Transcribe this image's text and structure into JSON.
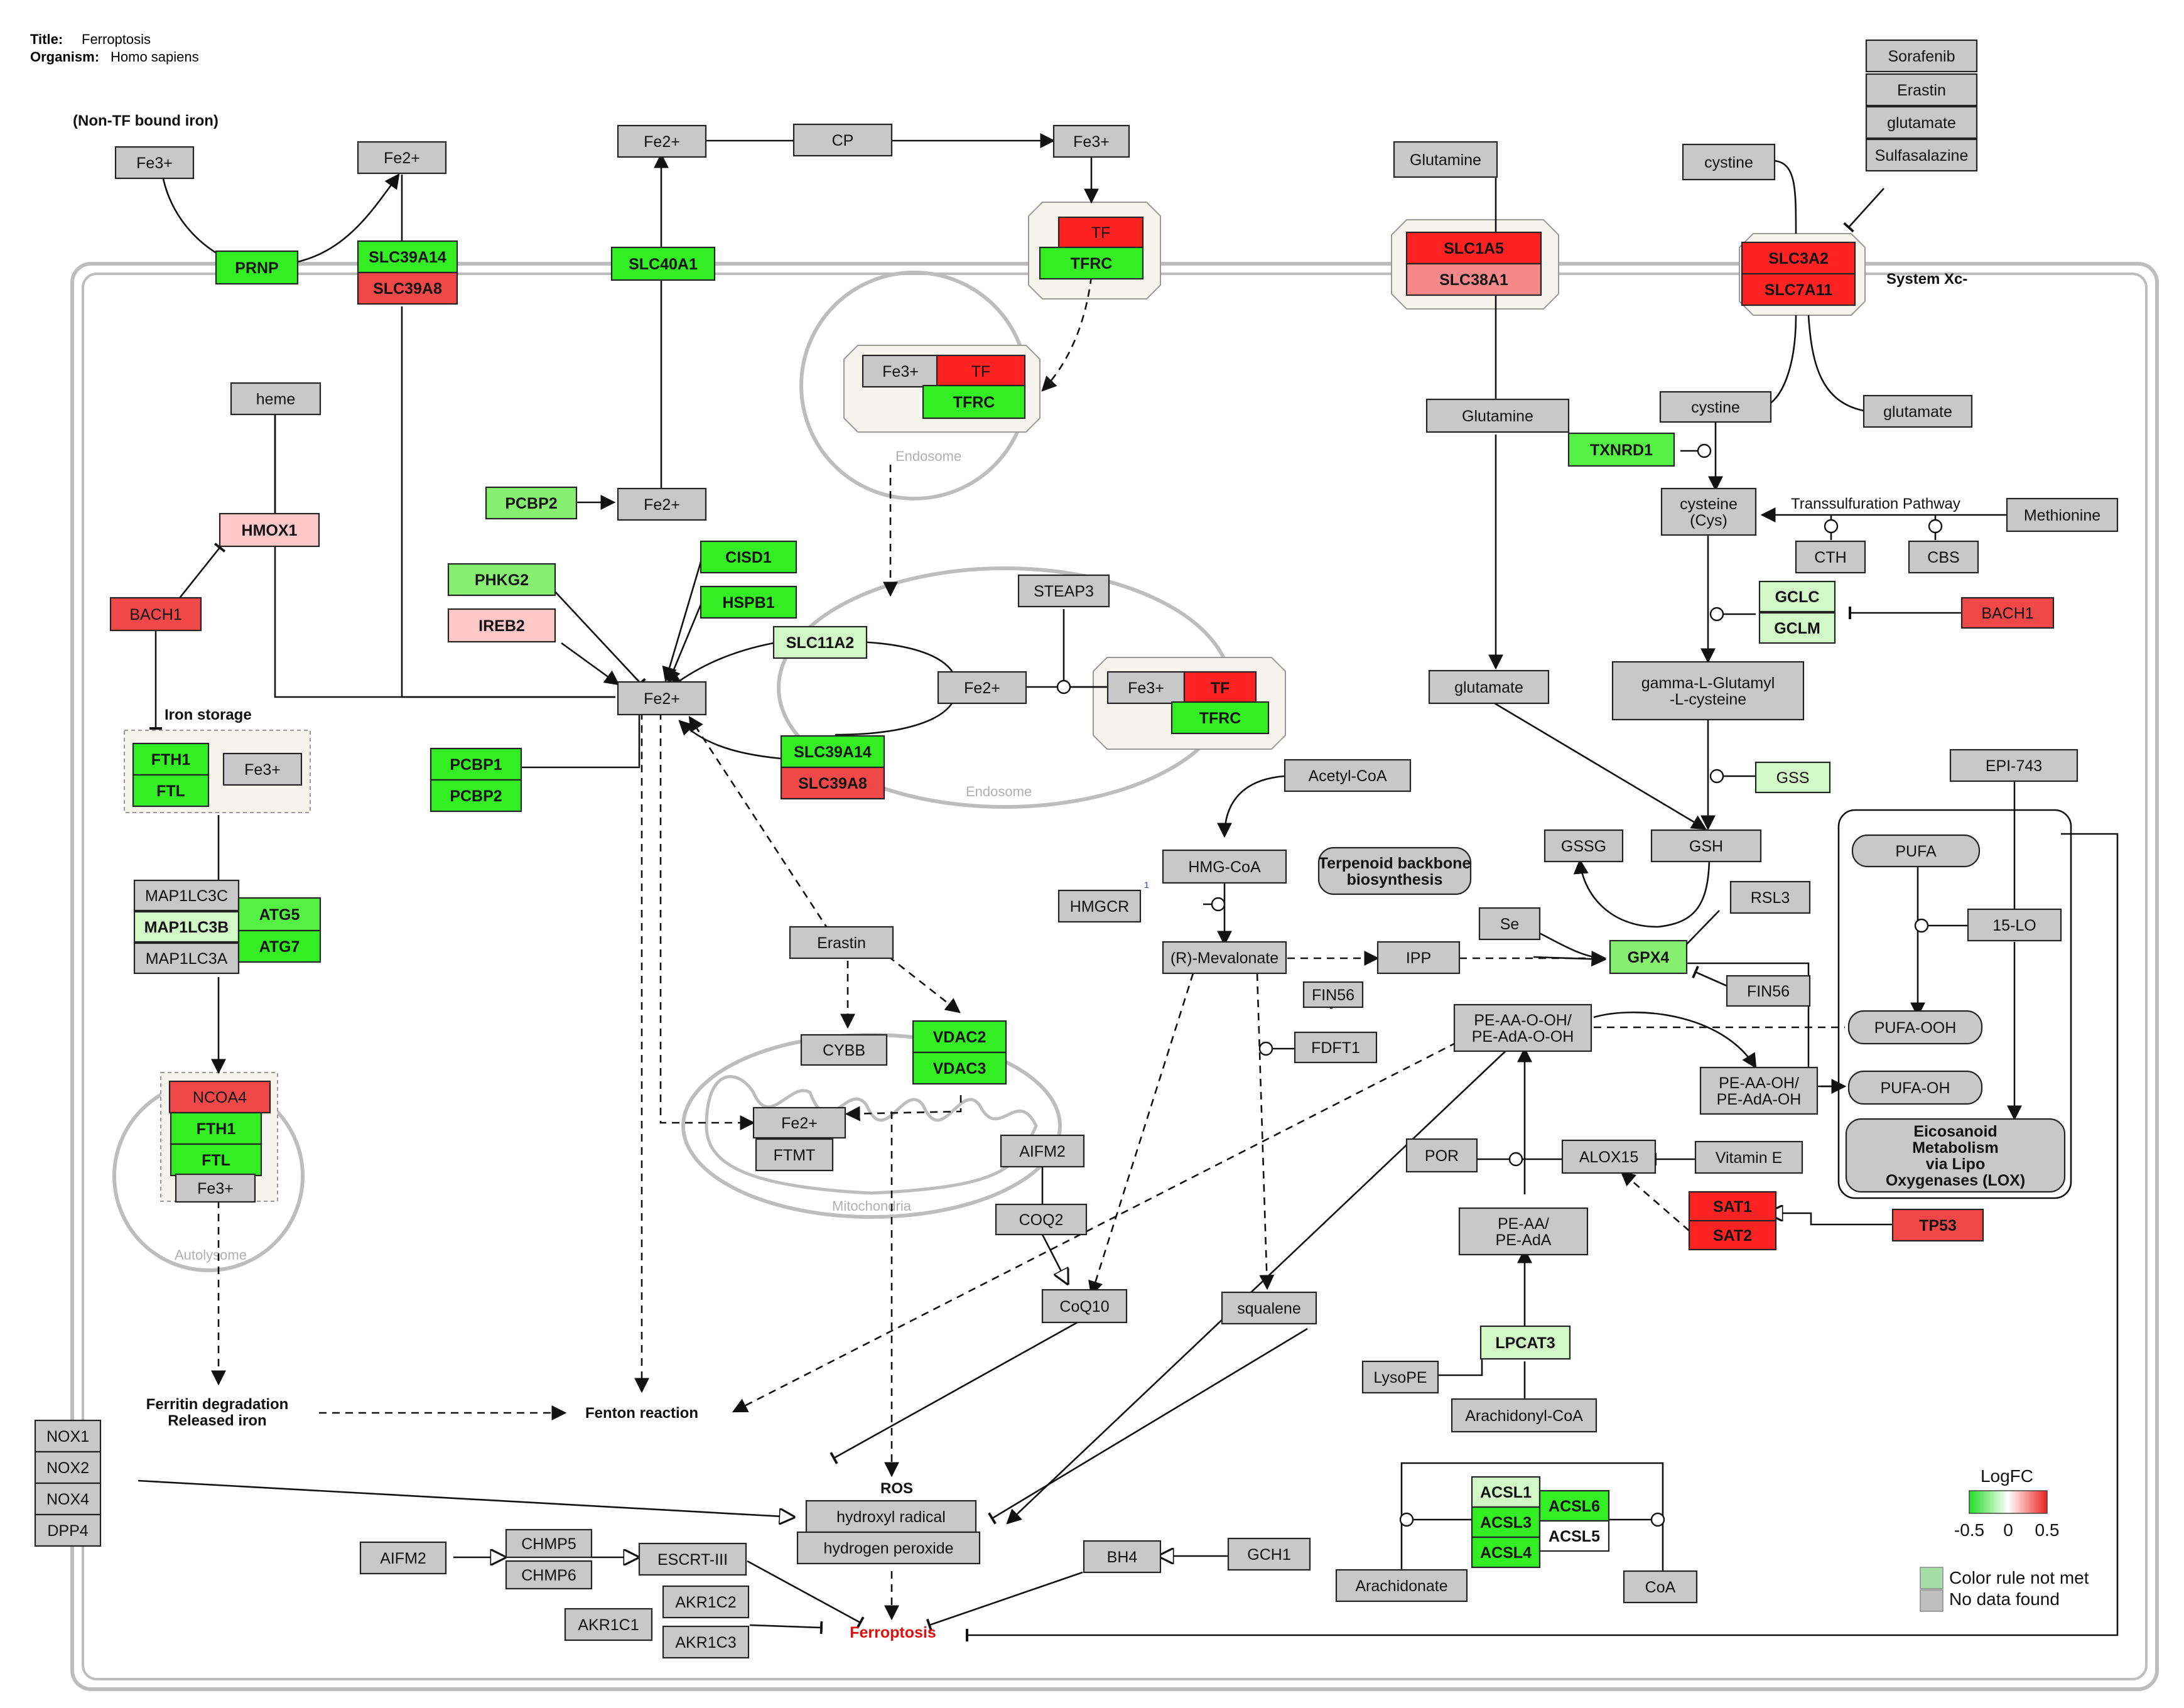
{
  "header": {
    "title_label": "Title:",
    "title_value": "Ferroptosis",
    "organism_label": "Organism:",
    "organism_value": "Homo sapiens"
  },
  "colors": {
    "gray": "#c8c8c8",
    "green": "#33ee22",
    "green2": "#55f044",
    "lightgreen": "#88f070",
    "palegreen": "#d2f8c8",
    "red": "#ff2222",
    "red2": "#f04848",
    "pink": "#ffc8c8",
    "salmon": "#f58888",
    "legend_crnm": "#a5dfa5",
    "legend_nodata": "#bfbfbf"
  },
  "labels": {
    "nontf": "(Non-TF bound iron)",
    "iron_storage": "Iron storage",
    "systemxc": "System Xc-",
    "transsulf": "Transsulfuration Pathway",
    "ferritin1": "Ferritin degradation",
    "ferritin2": "Released iron",
    "fenton": "Fenton reaction",
    "ros": "ROS",
    "ferroptosis": "Ferroptosis",
    "endosome1": "Endosome",
    "endosome2": "Endosome",
    "mito": "Mitochondria",
    "autophagosome": "Autolysome",
    "hmgcr_mark": "1"
  },
  "nodes": [
    {
      "id": "fe3_nontf",
      "text": "Fe3+",
      "fill": "gray",
      "bold": false
    },
    {
      "id": "fe2_top1",
      "text": "Fe2+",
      "fill": "gray",
      "bold": false
    },
    {
      "id": "prnp",
      "text": "PRNP",
      "fill": "green",
      "bold": true
    },
    {
      "id": "slc39a14_top",
      "text": "SLC39A14",
      "fill": "green",
      "bold": true
    },
    {
      "id": "slc39a8_top",
      "text": "SLC39A8",
      "fill": "red2",
      "bold": true
    },
    {
      "id": "fe2_top2",
      "text": "Fe2+",
      "fill": "gray",
      "bold": false
    },
    {
      "id": "cp",
      "text": "CP",
      "fill": "gray",
      "bold": false
    },
    {
      "id": "fe3_top",
      "text": "Fe3+",
      "fill": "gray",
      "bold": false
    },
    {
      "id": "slc40a1",
      "text": "SLC40A1",
      "fill": "green",
      "bold": true
    },
    {
      "id": "tf_mem",
      "text": "TF",
      "fill": "red",
      "bold": false
    },
    {
      "id": "tfrc_mem",
      "text": "TFRC",
      "fill": "green",
      "bold": true
    },
    {
      "id": "glutamine_out",
      "text": "Glutamine",
      "fill": "gray",
      "bold": false
    },
    {
      "id": "slc1a5",
      "text": "SLC1A5",
      "fill": "red",
      "bold": true
    },
    {
      "id": "slc38a1",
      "text": "SLC38A1",
      "fill": "salmon",
      "bold": true
    },
    {
      "id": "cystine_out",
      "text": "cystine",
      "fill": "gray",
      "bold": false
    },
    {
      "id": "sorafenib",
      "text": "Sorafenib",
      "fill": "gray",
      "bold": false
    },
    {
      "id": "erastin_top",
      "text": "Erastin",
      "fill": "gray",
      "bold": false
    },
    {
      "id": "glutamate_top",
      "text": "glutamate",
      "fill": "gray",
      "bold": false
    },
    {
      "id": "sulfasalazine",
      "text": "Sulfasalazine",
      "fill": "gray",
      "bold": false
    },
    {
      "id": "slc3a2",
      "text": "SLC3A2",
      "fill": "red",
      "bold": true
    },
    {
      "id": "slc7a11",
      "text": "SLC7A11",
      "fill": "red",
      "bold": true
    },
    {
      "id": "fe3_endo1",
      "text": "Fe3+",
      "fill": "gray",
      "bold": false
    },
    {
      "id": "tf_endo1",
      "text": "TF",
      "fill": "red",
      "bold": false
    },
    {
      "id": "tfrc_endo1",
      "text": "TFRC",
      "fill": "green",
      "bold": true
    },
    {
      "id": "heme",
      "text": "heme",
      "fill": "gray",
      "bold": false
    },
    {
      "id": "hmox1",
      "text": "HMOX1",
      "fill": "pink",
      "bold": true
    },
    {
      "id": "bach1_left",
      "text": "BACH1",
      "fill": "red2",
      "bold": false
    },
    {
      "id": "pcbp2_a",
      "text": "PCBP2",
      "fill": "lightgreen",
      "bold": true
    },
    {
      "id": "fe2_mid",
      "text": "Fe2+",
      "fill": "gray",
      "bold": false
    },
    {
      "id": "phkg2",
      "text": "PHKG2",
      "fill": "lightgreen",
      "bold": true
    },
    {
      "id": "ireb2",
      "text": "IREB2",
      "fill": "pink",
      "bold": true
    },
    {
      "id": "cisd1",
      "text": "CISD1",
      "fill": "green",
      "bold": true
    },
    {
      "id": "hspb1",
      "text": "HSPB1",
      "fill": "green",
      "bold": true
    },
    {
      "id": "slc11a2",
      "text": "SLC11A2",
      "fill": "palegreen",
      "bold": true
    },
    {
      "id": "steap3",
      "text": "STEAP3",
      "fill": "gray",
      "bold": false
    },
    {
      "id": "fe2_main",
      "text": "Fe2+",
      "fill": "gray",
      "bold": false
    },
    {
      "id": "fe2_endo2",
      "text": "Fe2+",
      "fill": "gray",
      "bold": false
    },
    {
      "id": "fe3_endo2",
      "text": "Fe3+",
      "fill": "gray",
      "bold": false
    },
    {
      "id": "tf_endo2",
      "text": "TF",
      "fill": "red",
      "bold": true
    },
    {
      "id": "tfrc_endo2",
      "text": "TFRC",
      "fill": "green",
      "bold": true
    },
    {
      "id": "slc39a14_endo",
      "text": "SLC39A14",
      "fill": "green",
      "bold": true
    },
    {
      "id": "slc39a8_endo",
      "text": "SLC39A8",
      "fill": "red2",
      "bold": true
    },
    {
      "id": "fth1_store",
      "text": "FTH1",
      "fill": "green",
      "bold": true
    },
    {
      "id": "ftl_store",
      "text": "FTL",
      "fill": "green",
      "bold": true
    },
    {
      "id": "fe3_store",
      "text": "Fe3+",
      "fill": "gray",
      "bold": false
    },
    {
      "id": "pcbp1",
      "text": "PCBP1",
      "fill": "green",
      "bold": true
    },
    {
      "id": "pcbp2_b",
      "text": "PCBP2",
      "fill": "green",
      "bold": true
    },
    {
      "id": "map1lc3c",
      "text": "MAP1LC3C",
      "fill": "gray",
      "bold": false
    },
    {
      "id": "map1lc3b",
      "text": "MAP1LC3B",
      "fill": "palegreen",
      "bold": true
    },
    {
      "id": "map1lc3a",
      "text": "MAP1LC3A",
      "fill": "gray",
      "bold": false
    },
    {
      "id": "atg5",
      "text": "ATG5",
      "fill": "green2",
      "bold": true
    },
    {
      "id": "atg7",
      "text": "ATG7",
      "fill": "green",
      "bold": true
    },
    {
      "id": "ncoa4",
      "text": "NCOA4",
      "fill": "red2",
      "bold": false
    },
    {
      "id": "fth1_auto",
      "text": "FTH1",
      "fill": "green",
      "bold": true
    },
    {
      "id": "ftl_auto",
      "text": "FTL",
      "fill": "green",
      "bold": true
    },
    {
      "id": "fe3_auto",
      "text": "Fe3+",
      "fill": "gray",
      "bold": false
    },
    {
      "id": "erastin_mid",
      "text": "Erastin",
      "fill": "gray",
      "bold": false
    },
    {
      "id": "cybb",
      "text": "CYBB",
      "fill": "gray",
      "bold": false
    },
    {
      "id": "vdac2",
      "text": "VDAC2",
      "fill": "green",
      "bold": true
    },
    {
      "id": "vdac3",
      "text": "VDAC3",
      "fill": "green",
      "bold": true
    },
    {
      "id": "fe2_mito",
      "text": "Fe2+",
      "fill": "gray",
      "bold": false
    },
    {
      "id": "ftmt",
      "text": "FTMT",
      "fill": "gray",
      "bold": false
    },
    {
      "id": "aifm2_mid",
      "text": "AIFM2",
      "fill": "gray",
      "bold": false
    },
    {
      "id": "coq2",
      "text": "COQ2",
      "fill": "gray",
      "bold": false
    },
    {
      "id": "coq10",
      "text": "CoQ10",
      "fill": "gray",
      "bold": false
    },
    {
      "id": "acetylcoa",
      "text": "Acetyl-CoA",
      "fill": "gray",
      "bold": false
    },
    {
      "id": "hmgcoa",
      "text": "HMG-CoA",
      "fill": "gray",
      "bold": false
    },
    {
      "id": "hmgcr",
      "text": "HMGCR",
      "fill": "gray",
      "bold": false
    },
    {
      "id": "mevalonate",
      "text": "(R)-Mevalonate",
      "fill": "gray",
      "bold": false
    },
    {
      "id": "ipp",
      "text": "IPP",
      "fill": "gray",
      "bold": false
    },
    {
      "id": "fin56_a",
      "text": "FIN56",
      "fill": "gray",
      "bold": false
    },
    {
      "id": "fdft1",
      "text": "FDFT1",
      "fill": "gray",
      "bold": false
    },
    {
      "id": "squalene",
      "text": "squalene",
      "fill": "gray",
      "bold": false
    },
    {
      "id": "glutamine_in",
      "text": "Glutamine",
      "fill": "gray",
      "bold": false
    },
    {
      "id": "txnrd1",
      "text": "TXNRD1",
      "fill": "green2",
      "bold": true
    },
    {
      "id": "cystine_in",
      "text": "cystine",
      "fill": "gray",
      "bold": false
    },
    {
      "id": "glutamate_out",
      "text": "glutamate",
      "fill": "gray",
      "bold": false
    },
    {
      "id": "cysteine",
      "text": "cysteine\n(Cys)",
      "fill": "gray",
      "bold": false
    },
    {
      "id": "methionine",
      "text": "Methionine",
      "fill": "gray",
      "bold": false
    },
    {
      "id": "cth",
      "text": "CTH",
      "fill": "gray",
      "bold": false
    },
    {
      "id": "cbs",
      "text": "CBS",
      "fill": "gray",
      "bold": false
    },
    {
      "id": "gclc",
      "text": "GCLC",
      "fill": "palegreen",
      "bold": true
    },
    {
      "id": "gclm",
      "text": "GCLM",
      "fill": "palegreen",
      "bold": true
    },
    {
      "id": "bach1_right",
      "text": "BACH1",
      "fill": "red2",
      "bold": false
    },
    {
      "id": "glutamate_in",
      "text": "glutamate",
      "fill": "gray",
      "bold": false
    },
    {
      "id": "gglc",
      "text": "gamma-L-Glutamyl\n-L-cysteine",
      "fill": "gray",
      "bold": false
    },
    {
      "id": "gss",
      "text": "GSS",
      "fill": "palegreen",
      "bold": false
    },
    {
      "id": "gssg",
      "text": "GSSG",
      "fill": "gray",
      "bold": false
    },
    {
      "id": "gsh",
      "text": "GSH",
      "fill": "gray",
      "bold": false
    },
    {
      "id": "rsl3",
      "text": "RSL3",
      "fill": "gray",
      "bold": false
    },
    {
      "id": "se",
      "text": "Se",
      "fill": "gray",
      "bold": false
    },
    {
      "id": "gpx4",
      "text": "GPX4",
      "fill": "lightgreen",
      "bold": true
    },
    {
      "id": "fin56_b",
      "text": "FIN56",
      "fill": "gray",
      "bold": false
    },
    {
      "id": "peaaooh",
      "text": "PE-AA-O-OH/\nPE-AdA-O-OH",
      "fill": "gray",
      "bold": false
    },
    {
      "id": "peaaoh",
      "text": "PE-AA-OH/\nPE-AdA-OH",
      "fill": "gray",
      "bold": false
    },
    {
      "id": "por",
      "text": "POR",
      "fill": "gray",
      "bold": false
    },
    {
      "id": "alox15",
      "text": "ALOX15",
      "fill": "gray",
      "bold": false
    },
    {
      "id": "vitamine",
      "text": "Vitamin E",
      "fill": "gray",
      "bold": false
    },
    {
      "id": "sat1",
      "text": "SAT1",
      "fill": "red",
      "bold": true
    },
    {
      "id": "sat2",
      "text": "SAT2",
      "fill": "red",
      "bold": true
    },
    {
      "id": "tp53",
      "text": "TP53",
      "fill": "red2",
      "bold": true
    },
    {
      "id": "peaa",
      "text": "PE-AA/\nPE-AdA",
      "fill": "gray",
      "bold": false
    },
    {
      "id": "lpcat3",
      "text": "LPCAT3",
      "fill": "palegreen",
      "bold": true
    },
    {
      "id": "lysope",
      "text": "LysoPE",
      "fill": "gray",
      "bold": false
    },
    {
      "id": "arachcoa",
      "text": "Arachidonyl-CoA",
      "fill": "gray",
      "bold": false
    },
    {
      "id": "acsl1",
      "text": "ACSL1",
      "fill": "palegreen",
      "bold": true
    },
    {
      "id": "acsl3",
      "text": "ACSL3",
      "fill": "green",
      "bold": true
    },
    {
      "id": "acsl4",
      "text": "ACSL4",
      "fill": "green",
      "bold": true
    },
    {
      "id": "acsl6",
      "text": "ACSL6",
      "fill": "green",
      "bold": true
    },
    {
      "id": "acsl5",
      "text": "ACSL5",
      "fill": "white",
      "bold": true
    },
    {
      "id": "arachidonate",
      "text": "Arachidonate",
      "fill": "gray",
      "bold": false
    },
    {
      "id": "coa",
      "text": "CoA",
      "fill": "gray",
      "bold": false
    },
    {
      "id": "nox1",
      "text": "NOX1",
      "fill": "gray",
      "bold": false
    },
    {
      "id": "nox2",
      "text": "NOX2",
      "fill": "gray",
      "bold": false
    },
    {
      "id": "nox4",
      "text": "NOX4",
      "fill": "gray",
      "bold": false
    },
    {
      "id": "dpp4",
      "text": "DPP4",
      "fill": "gray",
      "bold": false
    },
    {
      "id": "hydroxyl",
      "text": "hydroxyl radical",
      "fill": "gray",
      "bold": false
    },
    {
      "id": "h2o2",
      "text": "hydrogen peroxide",
      "fill": "gray",
      "bold": false
    },
    {
      "id": "aifm2_bot",
      "text": "AIFM2",
      "fill": "gray",
      "bold": false
    },
    {
      "id": "chmp5",
      "text": "CHMP5",
      "fill": "gray",
      "bold": false
    },
    {
      "id": "chmp6",
      "text": "CHMP6",
      "fill": "gray",
      "bold": false
    },
    {
      "id": "escrt",
      "text": "ESCRT-III",
      "fill": "gray",
      "bold": false
    },
    {
      "id": "akr1c2",
      "text": "AKR1C2",
      "fill": "gray",
      "bold": false
    },
    {
      "id": "akr1c1",
      "text": "AKR1C1",
      "fill": "gray",
      "bold": false
    },
    {
      "id": "akr1c3",
      "text": "AKR1C3",
      "fill": "gray",
      "bold": false
    },
    {
      "id": "bh4",
      "text": "BH4",
      "fill": "gray",
      "bold": false
    },
    {
      "id": "gch1",
      "text": "GCH1",
      "fill": "gray",
      "bold": false
    },
    {
      "id": "epi743",
      "text": "EPI-743",
      "fill": "gray",
      "bold": false
    },
    {
      "id": "pufa",
      "text": "PUFA",
      "fill": "gray",
      "bold": false
    },
    {
      "id": "lo15",
      "text": "15-LO",
      "fill": "gray",
      "bold": false
    },
    {
      "id": "pufaooh",
      "text": "PUFA-OOH",
      "fill": "gray",
      "bold": false
    },
    {
      "id": "pufaoh",
      "text": "PUFA-OH",
      "fill": "gray",
      "bold": false
    },
    {
      "id": "eicosanoid",
      "text": "Eicosanoid\nMetabolism\nvia Lipo\nOxygenases (LOX)",
      "fill": "gray",
      "bold": true
    },
    {
      "id": "terpenoid",
      "text": "Terpenoid backbone\nbiosynthesis",
      "fill": "gray",
      "bold": true
    }
  ],
  "legend": {
    "title": "LogFC",
    "ticks": [
      "-0.5",
      "0",
      "0.5"
    ],
    "crnm": "Color rule not met",
    "nodata": "No data found"
  }
}
